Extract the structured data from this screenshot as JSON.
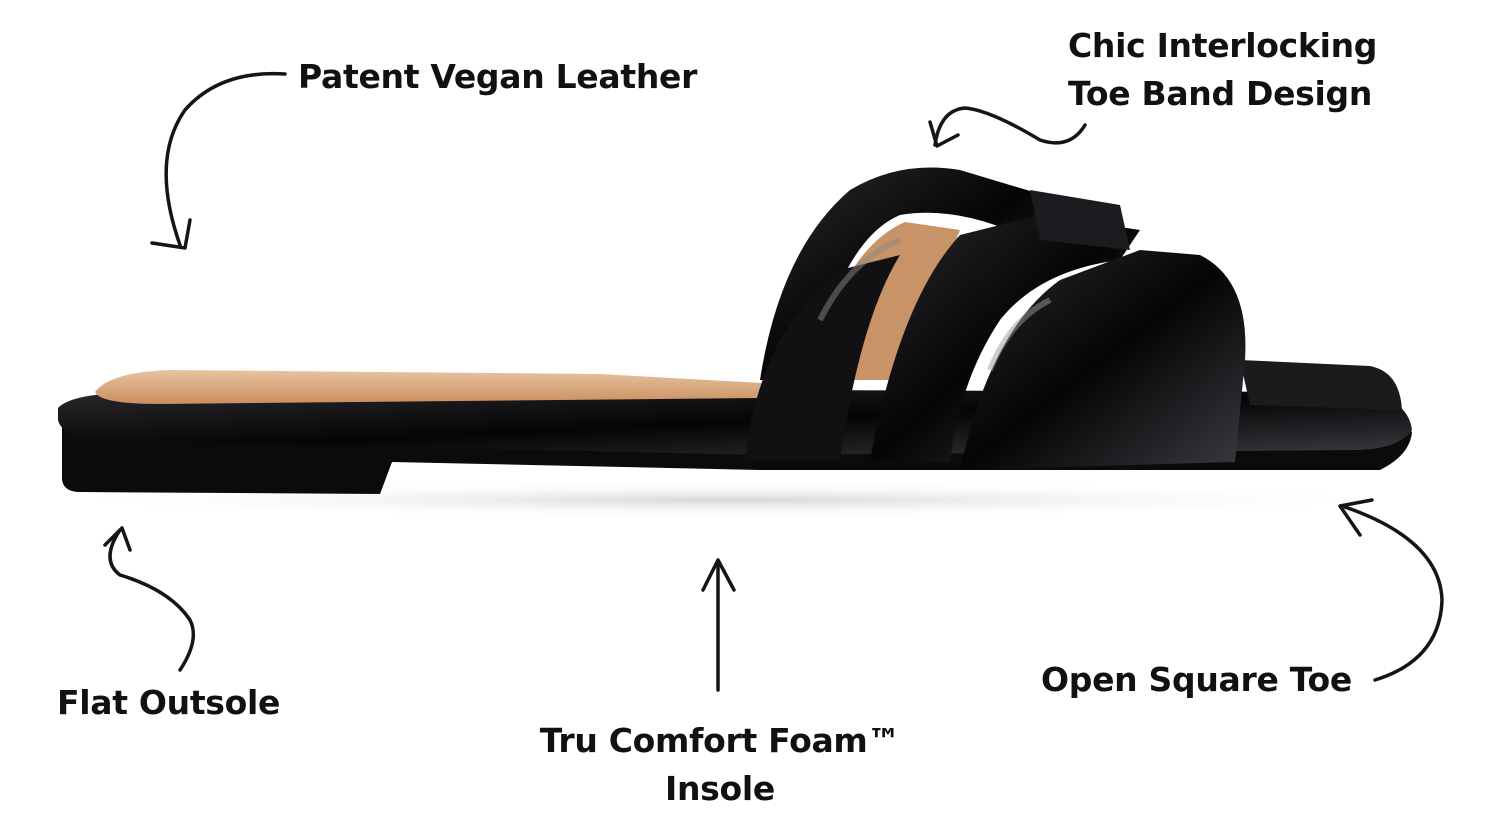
{
  "labels": {
    "patent_vegan_leather": "Patent Vegan Leather",
    "toe_band_line1": "Chic Interlocking",
    "toe_band_line2": "Toe Band Design",
    "flat_outsole": "Flat Outsole",
    "insole_line1": "Tru Comfort Foam™",
    "insole_line2": "Insole",
    "open_square_toe": "Open Square Toe"
  },
  "colors": {
    "leather": "#0d0d0f",
    "footbed": "#d6a57c",
    "text": "#111111"
  }
}
